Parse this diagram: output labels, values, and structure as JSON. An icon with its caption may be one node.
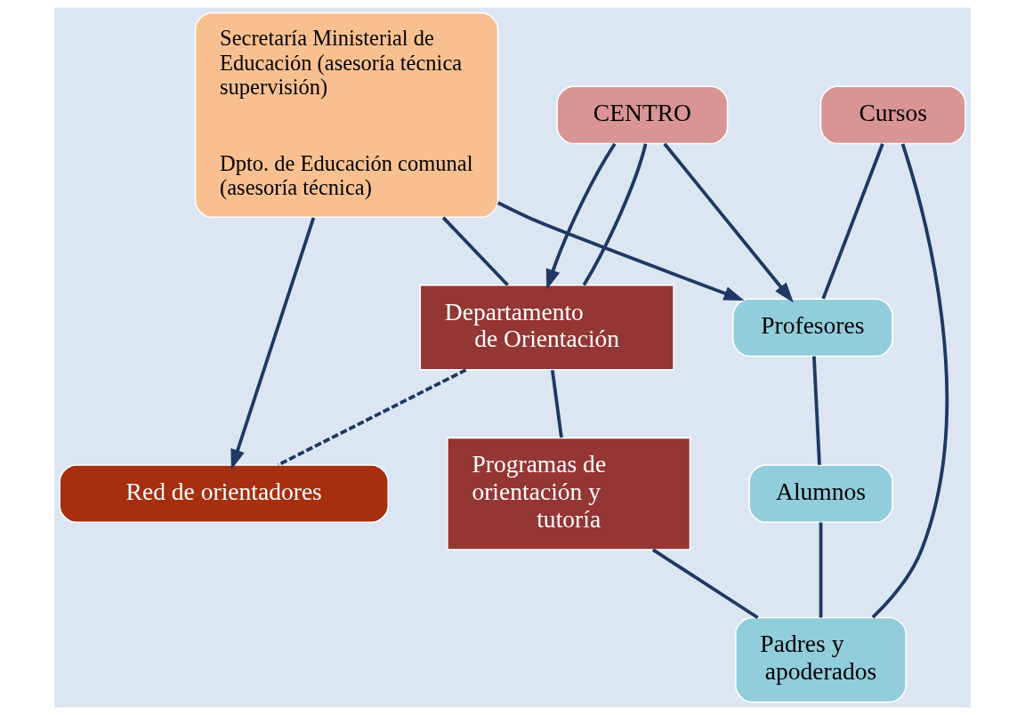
{
  "diagram": {
    "nodes": [
      {
        "text": [
          "Secretaría Ministerial de Educación (asesoría técnica supervisión)",
          "Dpto. de Educación comunal (asesoría técnica)"
        ]
      },
      {
        "text": [
          "CENTRO"
        ]
      },
      {
        "text": [
          "Departamento de Orientación"
        ]
      },
      {
        "text": [
          "Profesores"
        ]
      },
      {
        "text": [
          "Cursos"
        ]
      },
      {
        "text": [
          "Alumnos"
        ]
      },
      {
        "text": [
          "Red de orientadores"
        ]
      },
      {
        "text": [
          "Programas de orientación y tutoría"
        ]
      },
      {
        "text": [
          "Padres y apoderados"
        ]
      }
    ],
    "edges": [
      {
        "from": 0,
        "to": 3,
        "arrow": "to"
      },
      {
        "from": 1,
        "to": 3,
        "arrow": "to"
      },
      {
        "from": 1,
        "to": 2,
        "arrow": "to"
      },
      {
        "from": 1,
        "to": 2,
        "arrow": "none"
      },
      {
        "from": 0,
        "to": 2,
        "arrow": "none"
      },
      {
        "from": 0,
        "to": 6,
        "arrow": "to"
      },
      {
        "from": 2,
        "to": 6,
        "arrow": "none",
        "style": "dashed"
      },
      {
        "from": 2,
        "to": 7,
        "arrow": "none"
      },
      {
        "from": 7,
        "to": 8,
        "arrow": "none"
      },
      {
        "from": 3,
        "to": 5,
        "arrow": "none"
      },
      {
        "from": 5,
        "to": 8,
        "arrow": "none"
      },
      {
        "from": 4,
        "to": 3,
        "arrow": "none"
      },
      {
        "from": 4,
        "to": 8,
        "arrow": "none"
      }
    ]
  }
}
